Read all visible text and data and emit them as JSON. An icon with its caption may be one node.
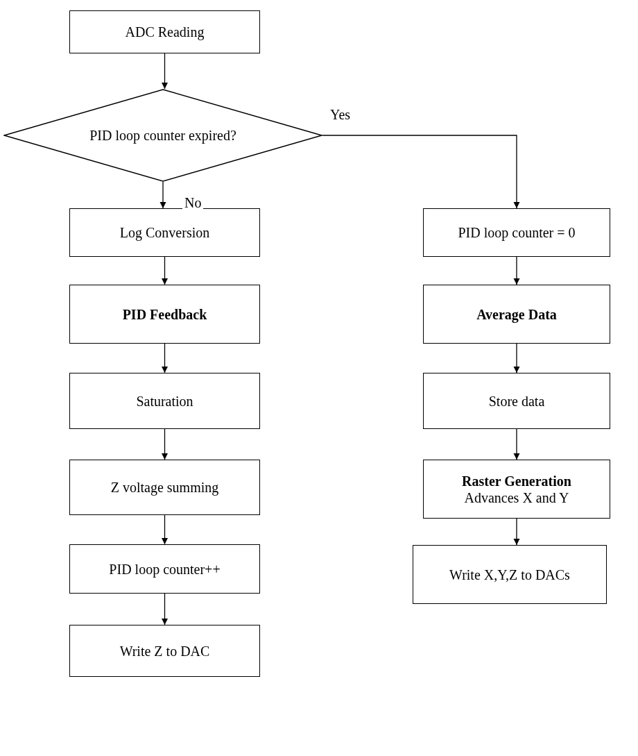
{
  "diagram": {
    "nodes": [
      {
        "text": [
          "ADC Reading"
        ]
      },
      {
        "text": [
          "PID loop counter expired?"
        ]
      },
      {
        "text": [
          "Log Conversion"
        ]
      },
      {
        "text": [
          "PID Feedback"
        ]
      },
      {
        "text": [
          "Saturation"
        ]
      },
      {
        "text": [
          "Z voltage summing"
        ]
      },
      {
        "text": [
          "PID loop counter++"
        ]
      },
      {
        "text": [
          "Write Z to DAC"
        ]
      },
      {
        "text": [
          "PID loop counter = 0"
        ]
      },
      {
        "text": [
          "Average Data"
        ]
      },
      {
        "text": [
          "Store data"
        ]
      },
      {
        "text": [
          "Raster Generation",
          "Advances X and Y"
        ]
      },
      {
        "text": [
          "Write X,Y,Z to DACs"
        ]
      }
    ],
    "edges": [
      {
        "from": 0,
        "to": 1,
        "arrow": "to"
      },
      {
        "from": 1,
        "to": 2,
        "arrow": "to",
        "label": "No"
      },
      {
        "from": 1,
        "to": 8,
        "arrow": "to",
        "label": "Yes"
      },
      {
        "from": 2,
        "to": 3,
        "arrow": "to"
      },
      {
        "from": 3,
        "to": 4,
        "arrow": "to"
      },
      {
        "from": 4,
        "to": 5,
        "arrow": "to"
      },
      {
        "from": 5,
        "to": 6,
        "arrow": "to"
      },
      {
        "from": 6,
        "to": 7,
        "arrow": "to"
      },
      {
        "from": 8,
        "to": 9,
        "arrow": "to"
      },
      {
        "from": 9,
        "to": 10,
        "arrow": "to"
      },
      {
        "from": 10,
        "to": 11,
        "arrow": "to"
      },
      {
        "from": 11,
        "to": 12,
        "arrow": "to"
      }
    ]
  }
}
